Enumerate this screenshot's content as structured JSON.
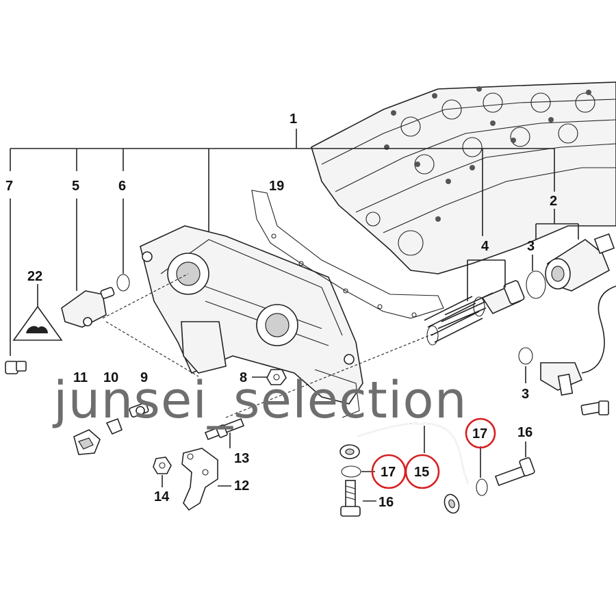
{
  "callouts": {
    "c1": "1",
    "c2": "2",
    "c3": "3",
    "c4": "4",
    "c5": "5",
    "c6": "6",
    "c7": "7",
    "c8": "8",
    "c9": "9",
    "c10": "10",
    "c11": "11",
    "c12": "12",
    "c13": "13",
    "c14": "14",
    "c15": "15",
    "c16a": "16",
    "c16b": "16",
    "c17a": "17",
    "c17b": "17",
    "c19": "19",
    "c22": "22",
    "c3b": "3"
  },
  "highlighted_callouts": [
    "15",
    "17",
    "17"
  ],
  "highlight_color": "#d62020",
  "watermark": "junsei_selection"
}
